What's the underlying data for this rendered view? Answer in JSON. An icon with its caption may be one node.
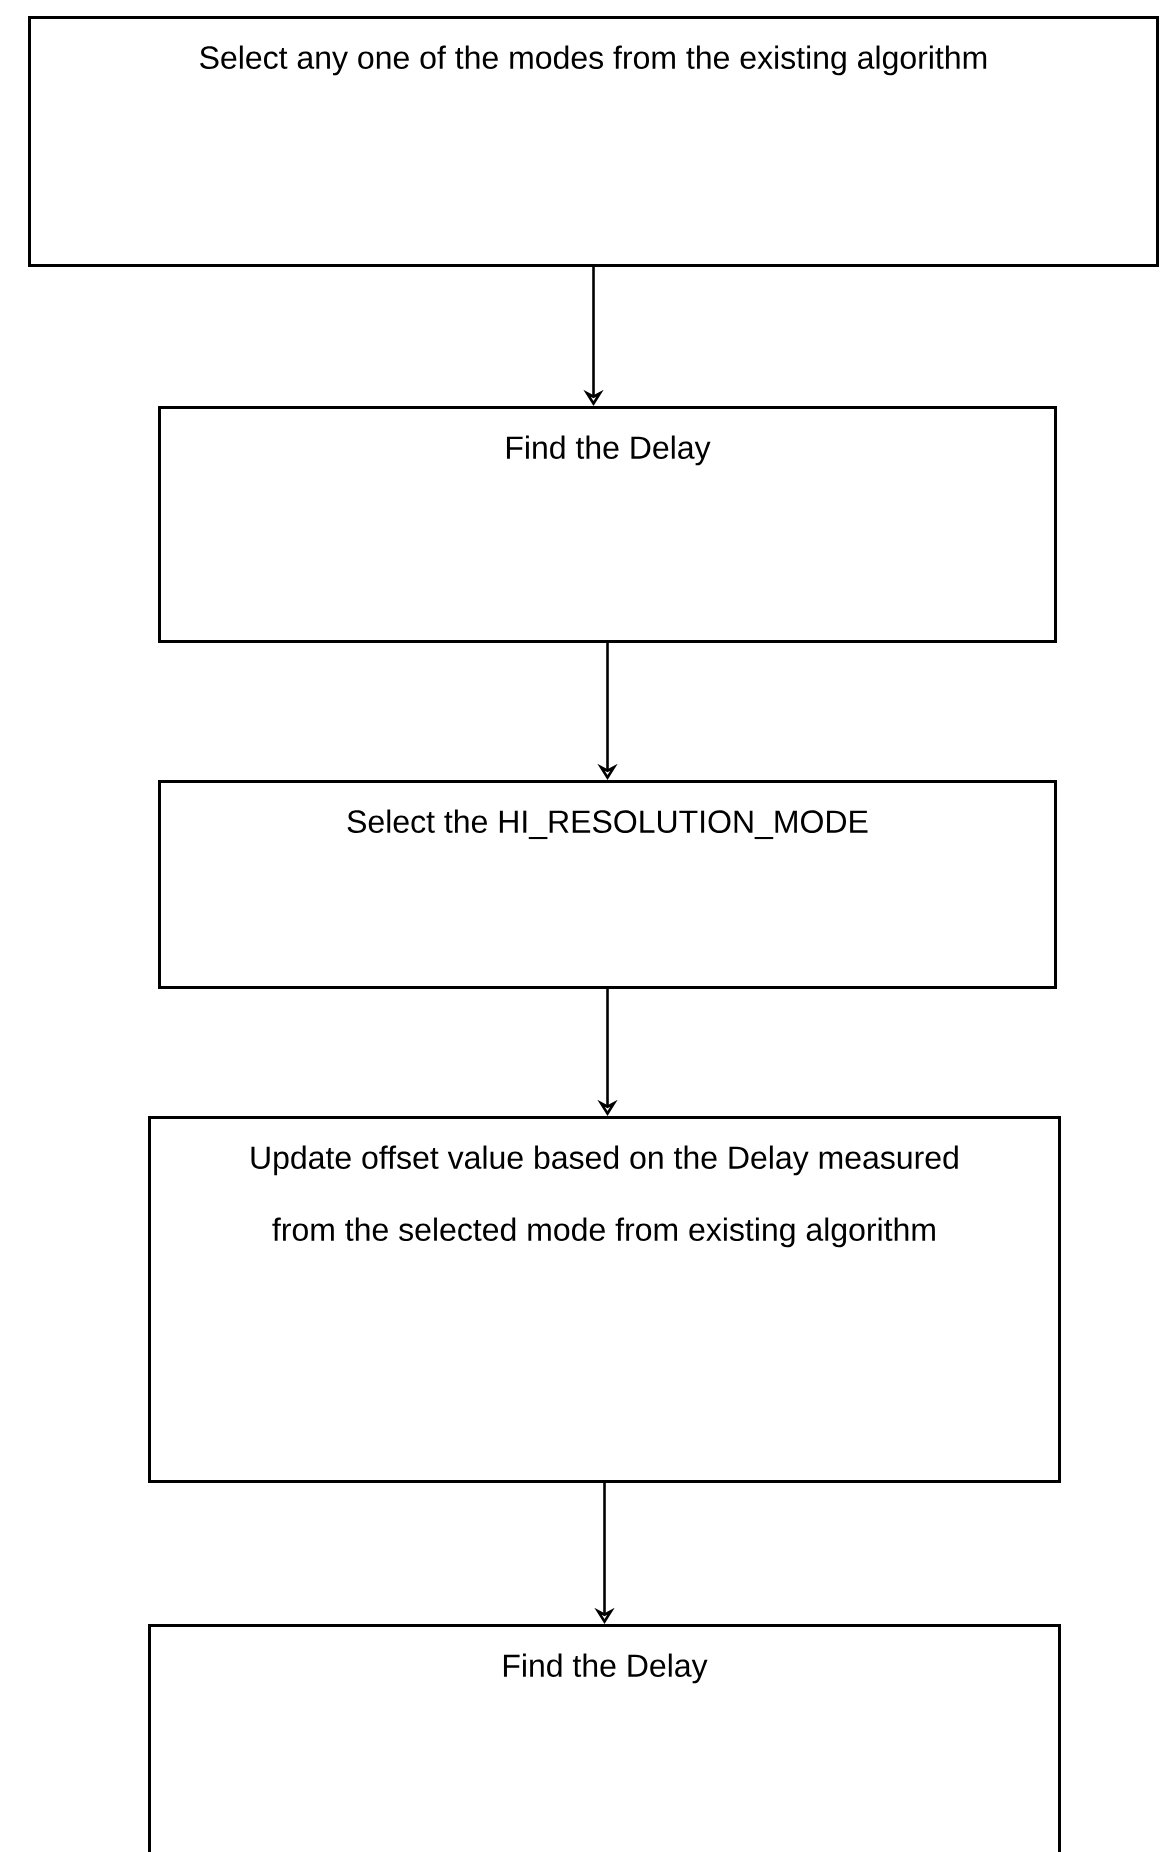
{
  "diagram": {
    "nodes": [
      {
        "text": [
          "Select any one of the modes from the existing algorithm"
        ]
      },
      {
        "text": [
          "Find the Delay"
        ]
      },
      {
        "text": [
          "Select the HI_RESOLUTION_MODE"
        ]
      },
      {
        "text": [
          "Update offset value based on the Delay measured from the selected mode from existing algorithm"
        ]
      },
      {
        "text": [
          "Find the Delay"
        ]
      }
    ],
    "edges": [
      {
        "from": 0,
        "to": 1,
        "arrow": "to"
      },
      {
        "from": 1,
        "to": 2,
        "arrow": "to"
      },
      {
        "from": 2,
        "to": 3,
        "arrow": "to"
      },
      {
        "from": 3,
        "to": 4,
        "arrow": "to"
      }
    ]
  }
}
